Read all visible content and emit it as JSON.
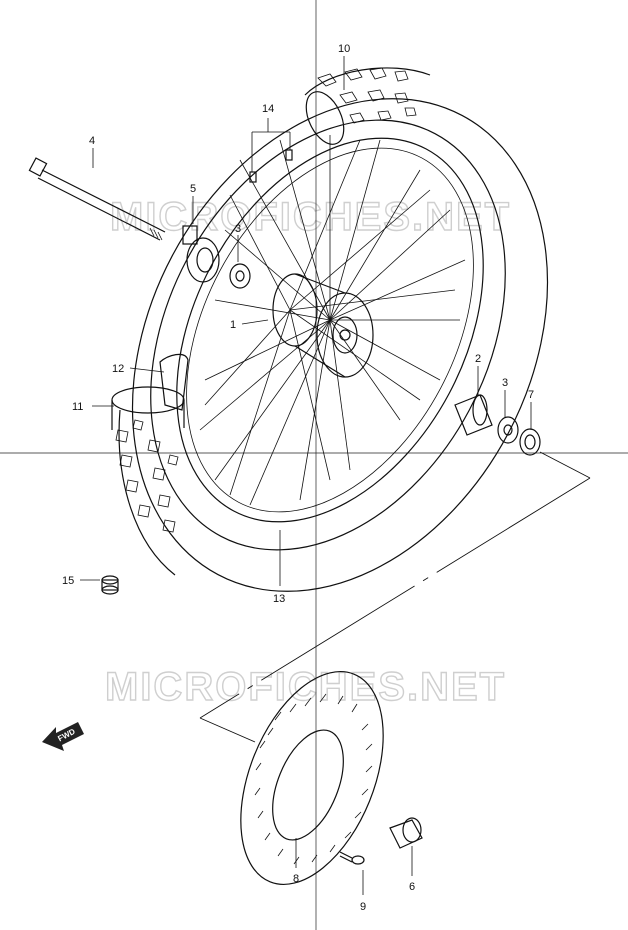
{
  "watermarks": [
    "MICROFICHES.NET",
    "MICROFICHES.NET"
  ],
  "fwd_label": "FWD",
  "callouts": {
    "c1": "1",
    "c2": "2",
    "c3a": "3",
    "c3b": "3",
    "c4": "4",
    "c5": "5",
    "c6": "6",
    "c7": "7",
    "c8": "8",
    "c9": "9",
    "c10": "10",
    "c11": "11",
    "c12": "12",
    "c13": "13",
    "c14": "14",
    "c15": "15"
  }
}
